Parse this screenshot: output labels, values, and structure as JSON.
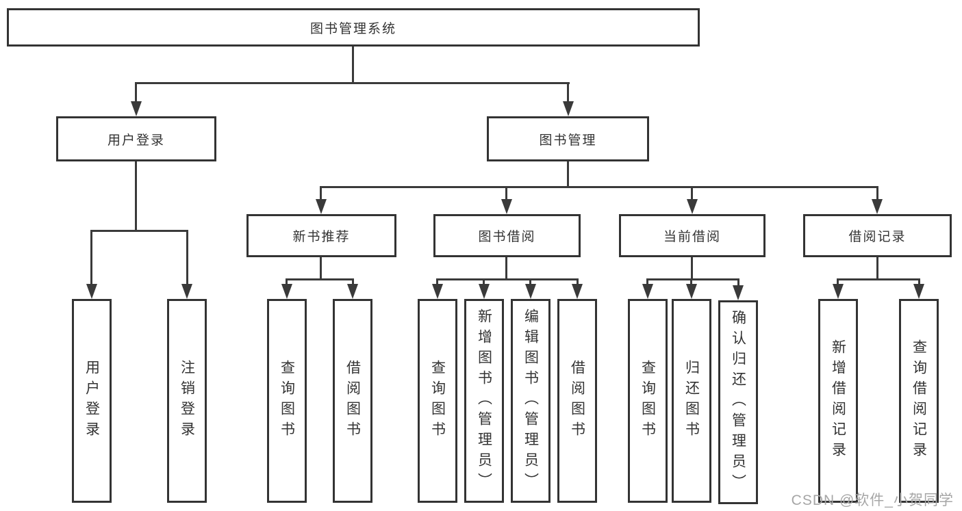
{
  "diagram": {
    "type": "hierarchy-tree",
    "colors": {
      "background": "#ffffff",
      "box_border": "#333333",
      "box_fill": "#ffffff",
      "line": "#3a3a3a",
      "text": "#333333",
      "watermark": "#a6a6a6"
    },
    "nodes": {
      "root": "图书管理系统",
      "user_login": "用户登录",
      "book_mgmt": "图书管理",
      "new_book_rec": "新书推荐",
      "book_borrow": "图书借阅",
      "current_borrow": "当前借阅",
      "borrow_records": "借阅记录",
      "leaf_user_login": "用户登录",
      "leaf_logout": "注销登录",
      "leaf_nb_query": "查询图书",
      "leaf_nb_borrow": "借阅图书",
      "leaf_bb_query": "查询图书",
      "leaf_bb_add": "新增图书（管理员）",
      "leaf_bb_edit": "编辑图书（管理员）",
      "leaf_bb_borrow": "借阅图书",
      "leaf_cb_query": "查询图书",
      "leaf_cb_return": "归还图书",
      "leaf_cb_confirm": "确认归还（管理员）",
      "leaf_br_add": "新增借阅记录",
      "leaf_br_query": "查询借阅记录"
    },
    "edges": [
      "root -> user_login",
      "root -> book_mgmt",
      "user_login -> leaf_user_login",
      "user_login -> leaf_logout",
      "book_mgmt -> new_book_rec",
      "book_mgmt -> book_borrow",
      "book_mgmt -> current_borrow",
      "book_mgmt -> borrow_records",
      "new_book_rec -> leaf_nb_query",
      "new_book_rec -> leaf_nb_borrow",
      "book_borrow -> leaf_bb_query",
      "book_borrow -> leaf_bb_add",
      "book_borrow -> leaf_bb_edit",
      "book_borrow -> leaf_bb_borrow",
      "current_borrow -> leaf_cb_query",
      "current_borrow -> leaf_cb_return",
      "current_borrow -> leaf_cb_confirm",
      "borrow_records -> leaf_br_add",
      "borrow_records -> leaf_br_query"
    ],
    "watermark": "CSDN @软件_小贺同学"
  }
}
